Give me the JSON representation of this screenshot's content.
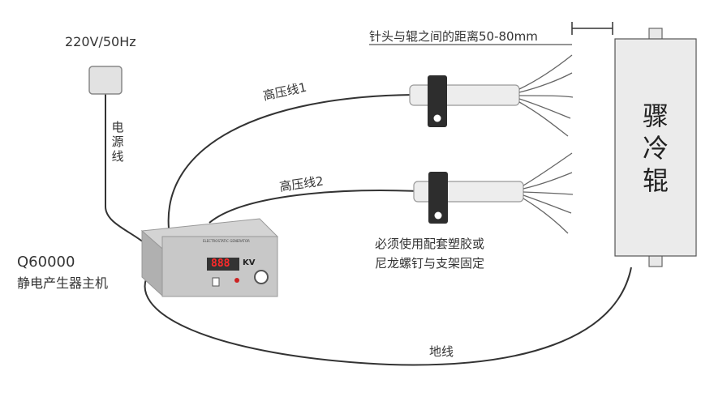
{
  "power": {
    "label": "220V/50Hz"
  },
  "power_cord": {
    "label": "电源线"
  },
  "generator": {
    "model": "Q60000",
    "name": "静电产生器主机",
    "display": "888",
    "unit": "KV",
    "panel_text": "ELECTROSTATIC GENERATOR"
  },
  "cable1": {
    "label": "高压线1"
  },
  "cable2": {
    "label": "高压线2"
  },
  "distance_note": {
    "label": "针头与辊之间的距离50-80mm"
  },
  "roller": {
    "label": "骤冷辊"
  },
  "mount_note": {
    "line1": "必须使用配套塑胶或",
    "line2": "尼龙螺钉与支架固定"
  },
  "ground": {
    "label": "地线"
  }
}
